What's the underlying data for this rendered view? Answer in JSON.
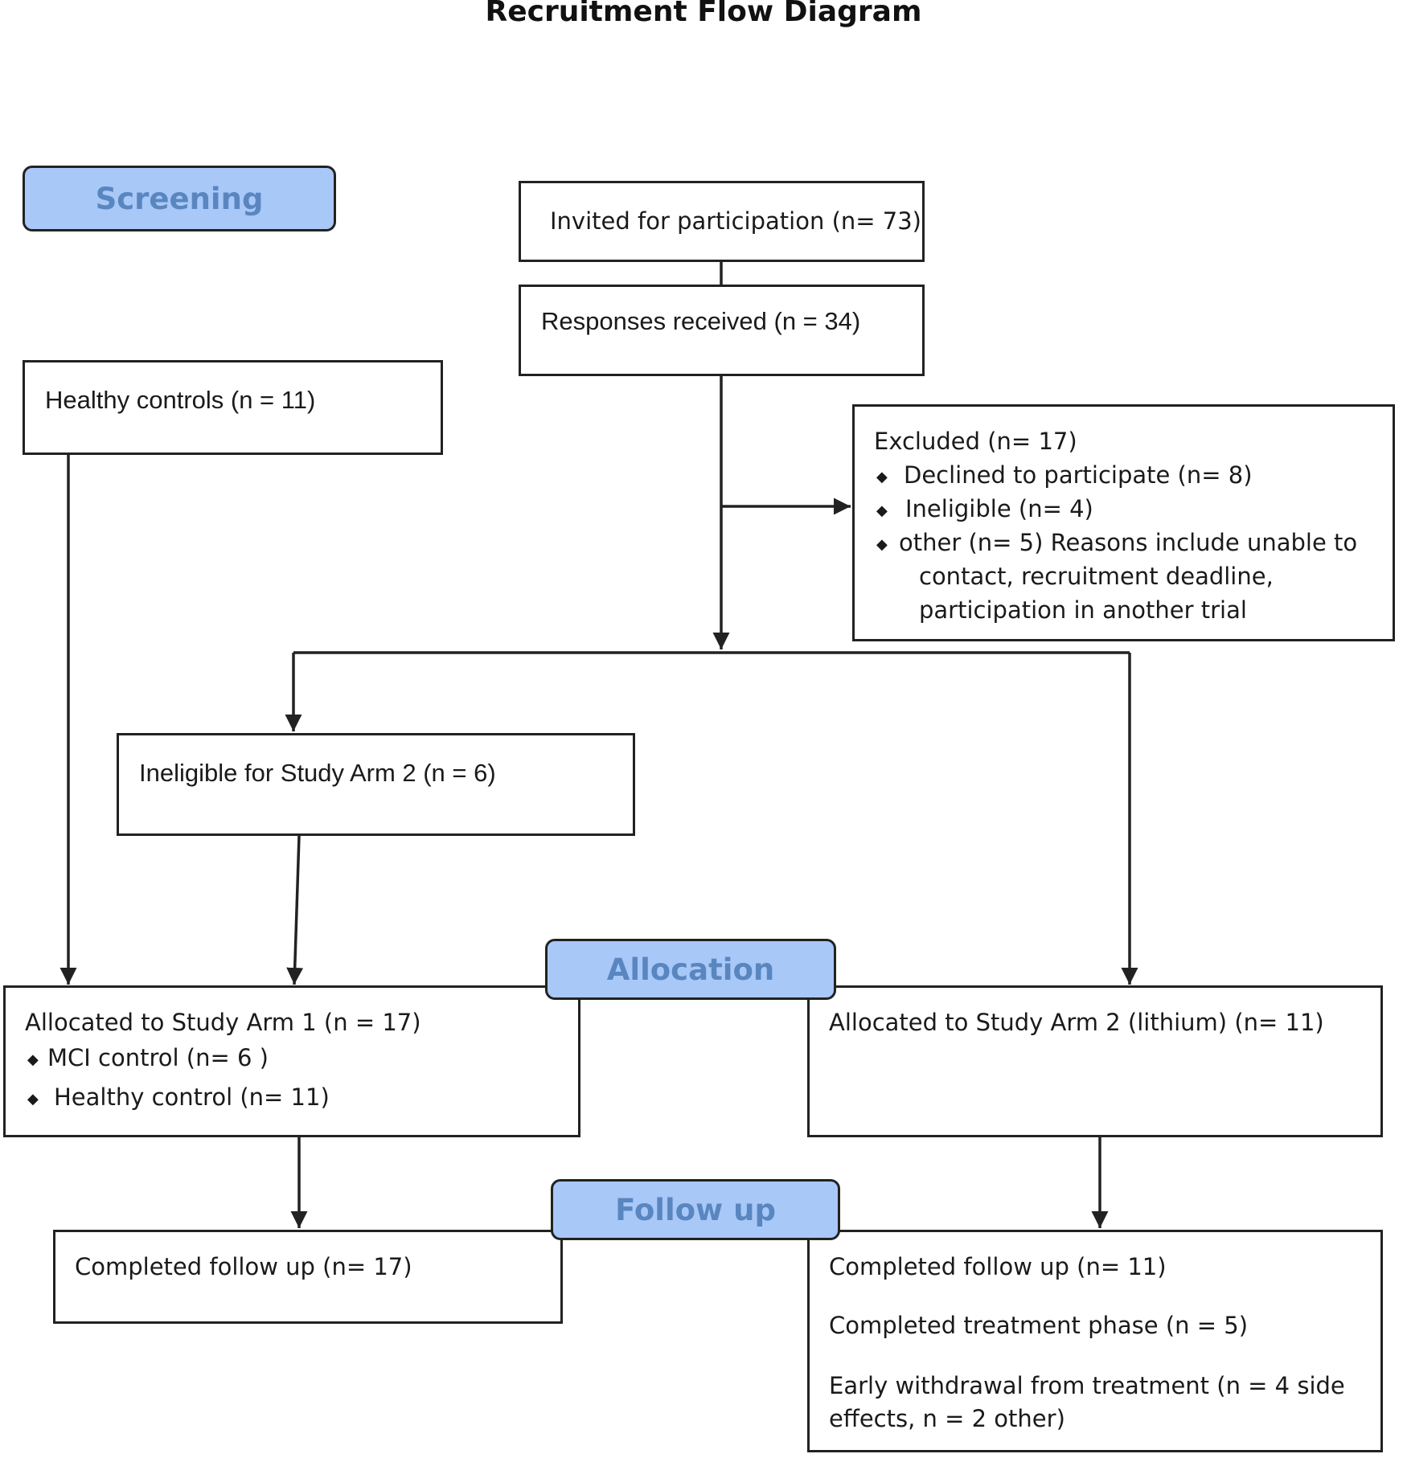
{
  "title": "Recruitment Flow Diagram",
  "stages": {
    "screening": "Screening",
    "allocation": "Allocation",
    "follow_up": "Follow up"
  },
  "invited": "Invited for participation (n= 73)",
  "responses": "Responses received (n = 34)",
  "healthy_controls": "Healthy controls (n = 11)",
  "excluded": {
    "heading": "Excluded (n= 17)",
    "items": [
      "Declined to participate (n= 8)",
      "Ineligible (n= 4)",
      "other (n= 5) Reasons include unable to"
    ],
    "continuation": [
      "contact, recruitment deadline,",
      "participation in another trial"
    ]
  },
  "ineligible_arm2": "Ineligible for Study Arm 2 (n = 6)",
  "arm1": {
    "heading": "Allocated to Study Arm 1 (n = 17)",
    "items": [
      "MCI control (n= 6 )",
      "Healthy control (n= 11)"
    ]
  },
  "arm2": {
    "heading": "Allocated to Study Arm 2 (lithium) (n= 11)"
  },
  "followup1": {
    "line1": "Completed follow up (n= 17)"
  },
  "followup2": {
    "line1": "Completed follow up (n= 11)",
    "line2": "Completed treatment phase (n = 5)",
    "line3": "Early withdrawal from treatment (n = 4 side",
    "line4": "effects, n = 2 other)"
  },
  "colors": {
    "stage_fill": "#a8c8f8",
    "stage_text": "#5a86c0",
    "line": "#222222"
  }
}
